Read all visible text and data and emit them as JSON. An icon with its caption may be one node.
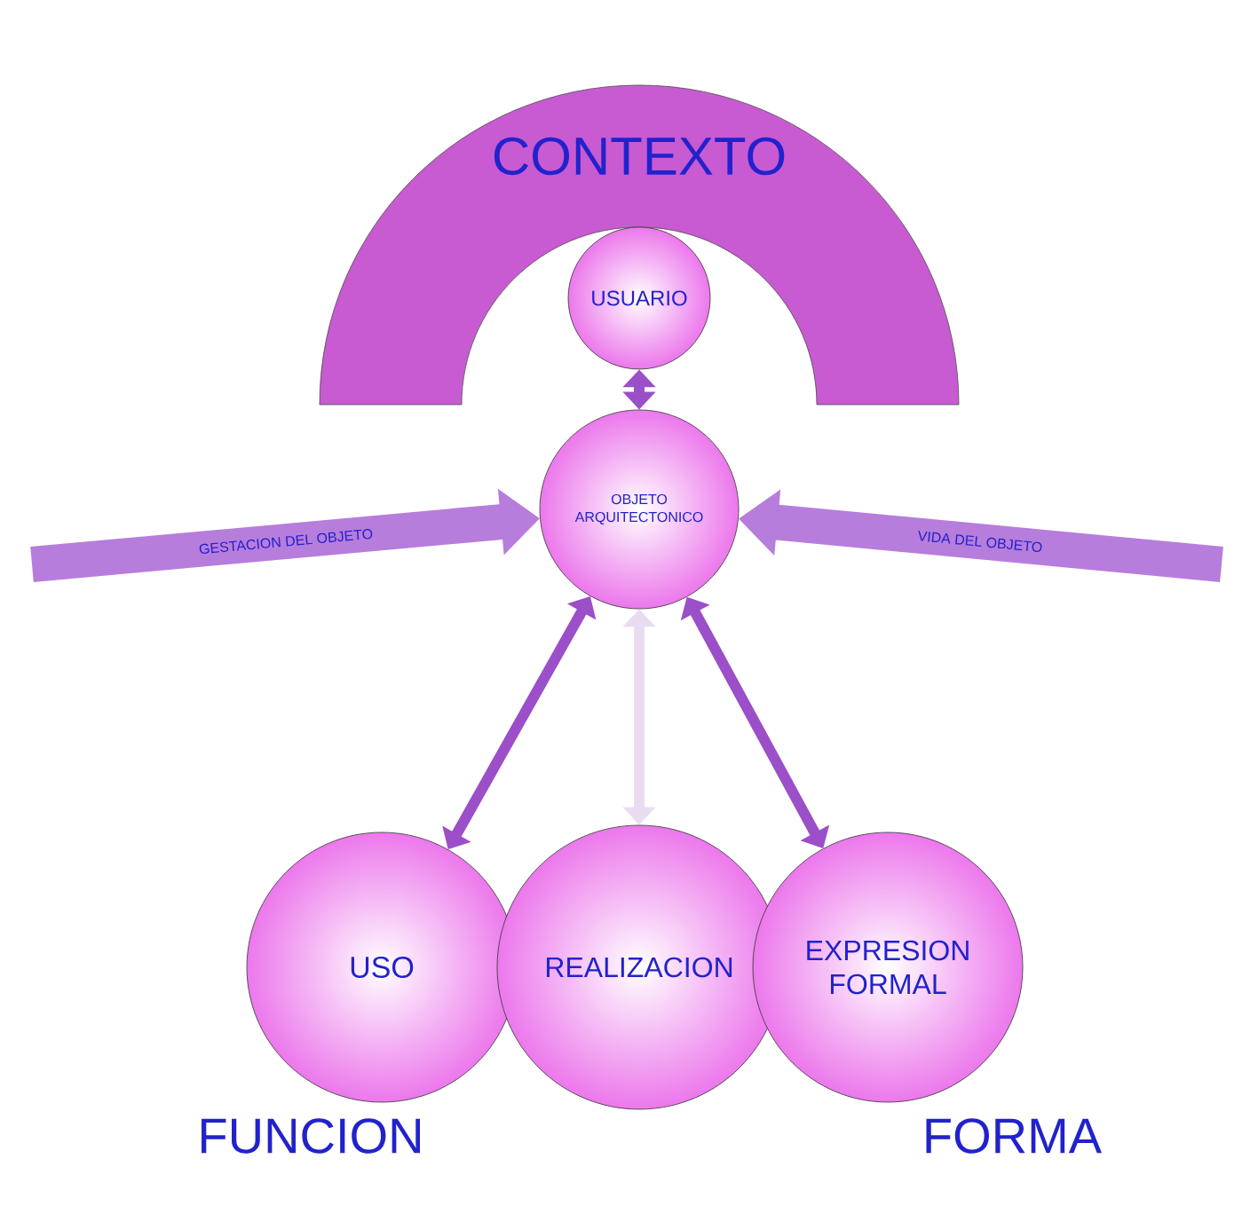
{
  "diagram": {
    "nodes": [
      {
        "text": [
          "CONTEXTO"
        ]
      },
      {
        "text": [
          "USUARIO"
        ],
        "in": 0
      },
      {
        "text": [
          "OBJETO ARQUITECTONICO"
        ]
      },
      {
        "text": [
          "USO"
        ]
      },
      {
        "text": [
          "REALIZACION"
        ]
      },
      {
        "text": [
          "EXPRESION FORMAL"
        ]
      }
    ],
    "edges": [
      {
        "from": 1,
        "to": 2,
        "arrow": "both",
        "color": "#9b4fc8"
      },
      {
        "from": null,
        "to": 2,
        "arrow": "to",
        "label": "GESTACION DEL OBJETO",
        "style": "thick",
        "color": "#b77ddc"
      },
      {
        "from": null,
        "to": 2,
        "arrow": "to",
        "label": "VIDA DEL OBJETO",
        "style": "thick",
        "color": "#b77ddc"
      },
      {
        "from": 2,
        "to": 3,
        "arrow": "both",
        "color": "#9b4fc8"
      },
      {
        "from": 2,
        "to": 4,
        "arrow": "both",
        "color": "#eadcf0"
      },
      {
        "from": 2,
        "to": 5,
        "arrow": "both",
        "color": "#9b4fc8"
      }
    ],
    "labels": [
      "FUNCION",
      "FORMA"
    ]
  }
}
